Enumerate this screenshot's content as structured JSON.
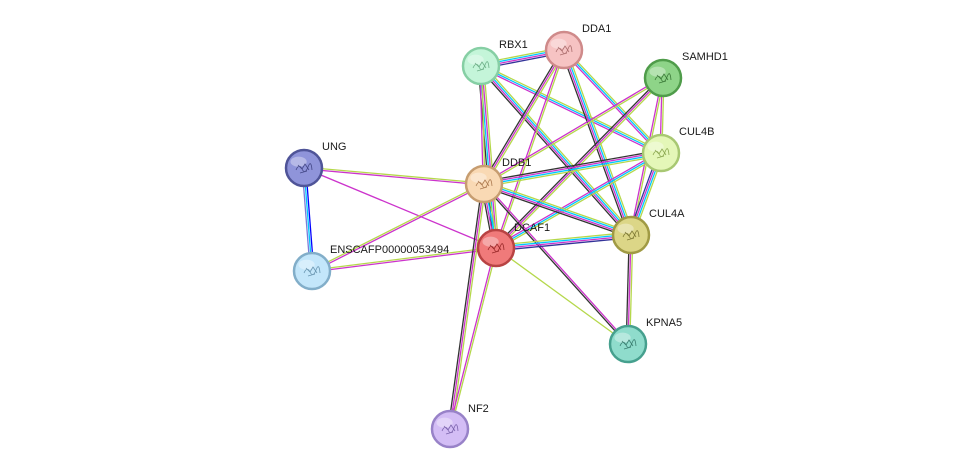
{
  "network": {
    "nodes": [
      {
        "id": "DDA1",
        "label": "DDA1",
        "fill": "#f6c3c3",
        "stroke": "#cf8a8a",
        "glyph": "#a06060"
      },
      {
        "id": "RBX1",
        "label": "RBX1",
        "fill": "#c4f5d9",
        "stroke": "#86cfa4",
        "glyph": "#5fa37a"
      },
      {
        "id": "SAMHD1",
        "label": "SAMHD1",
        "fill": "#8ed488",
        "stroke": "#4f9c4a",
        "glyph": "#2d6a2a"
      },
      {
        "id": "CUL4B",
        "label": "CUL4B",
        "fill": "#e4f7b8",
        "stroke": "#a8c873",
        "glyph": "#7c9a40"
      },
      {
        "id": "UNG",
        "label": "UNG",
        "fill": "#8f94da",
        "stroke": "#4f5498",
        "glyph": "#363a78"
      },
      {
        "id": "DDB1",
        "label": "DDB1",
        "fill": "#f9d9b4",
        "stroke": "#c79d70",
        "glyph": "#a06a40"
      },
      {
        "id": "DCAF1",
        "label": "DCAF1",
        "fill": "#f07a7a",
        "stroke": "#b84343",
        "glyph": "#8a1b1b"
      },
      {
        "id": "CUL4A",
        "label": "CUL4A",
        "fill": "#dcd687",
        "stroke": "#a09a44",
        "glyph": "#6f6a26"
      },
      {
        "id": "ENSCAFP00000053494",
        "label": "ENSCAFP00000053494",
        "fill": "#c3e6fa",
        "stroke": "#82aec9",
        "glyph": "#5b88a5"
      },
      {
        "id": "KPNA5",
        "label": "KPNA5",
        "fill": "#8fdccc",
        "stroke": "#46a08e",
        "glyph": "#2b6d60"
      },
      {
        "id": "NF2",
        "label": "NF2",
        "fill": "#d3bdf5",
        "stroke": "#9882c8",
        "glyph": "#6c55a0"
      }
    ],
    "edges": [
      {
        "a": "UNG",
        "b": "ENSCAFP00000053494",
        "colors": [
          "#0000ff",
          "#00c8ff",
          "#7b7bd8"
        ]
      },
      {
        "a": "UNG",
        "b": "DDB1",
        "colors": [
          "#b5d84b",
          "#cc33cc"
        ]
      },
      {
        "a": "UNG",
        "b": "DCAF1",
        "colors": [
          "#cc33cc"
        ]
      },
      {
        "a": "ENSCAFP00000053494",
        "b": "DDB1",
        "colors": [
          "#b5d84b",
          "#cc33cc"
        ]
      },
      {
        "a": "ENSCAFP00000053494",
        "b": "DCAF1",
        "colors": [
          "#b5d84b",
          "#cc33cc"
        ]
      },
      {
        "a": "RBX1",
        "b": "DDA1",
        "colors": [
          "#b5d84b",
          "#00c8ff",
          "#cc33cc",
          "#333399"
        ]
      },
      {
        "a": "RBX1",
        "b": "DCAF1",
        "colors": [
          "#b5d84b",
          "#cc33cc",
          "#00c8ff",
          "#333333"
        ]
      },
      {
        "a": "RBX1",
        "b": "CUL4A",
        "colors": [
          "#b5d84b",
          "#00c8ff",
          "#cc33cc",
          "#333333"
        ]
      },
      {
        "a": "RBX1",
        "b": "CUL4B",
        "colors": [
          "#b5d84b",
          "#00c8ff",
          "#cc33cc"
        ]
      },
      {
        "a": "RBX1",
        "b": "DDB1",
        "colors": [
          "#b5d84b",
          "#cc33cc"
        ]
      },
      {
        "a": "DDA1",
        "b": "DDB1",
        "colors": [
          "#b5d84b",
          "#cc33cc",
          "#333333"
        ]
      },
      {
        "a": "DDA1",
        "b": "DCAF1",
        "colors": [
          "#b5d84b",
          "#cc33cc"
        ]
      },
      {
        "a": "DDA1",
        "b": "CUL4A",
        "colors": [
          "#b5d84b",
          "#00c8ff",
          "#cc33cc",
          "#333333"
        ]
      },
      {
        "a": "DDA1",
        "b": "CUL4B",
        "colors": [
          "#b5d84b",
          "#00c8ff",
          "#cc33cc"
        ]
      },
      {
        "a": "SAMHD1",
        "b": "DCAF1",
        "colors": [
          "#b5d84b",
          "#cc33cc",
          "#333333"
        ]
      },
      {
        "a": "SAMHD1",
        "b": "DDB1",
        "colors": [
          "#b5d84b",
          "#cc33cc"
        ]
      },
      {
        "a": "SAMHD1",
        "b": "CUL4A",
        "colors": [
          "#b5d84b",
          "#cc33cc"
        ]
      },
      {
        "a": "SAMHD1",
        "b": "CUL4B",
        "colors": [
          "#b5d84b",
          "#cc33cc"
        ]
      },
      {
        "a": "CUL4B",
        "b": "DDB1",
        "colors": [
          "#b5d84b",
          "#00c8ff",
          "#cc33cc",
          "#333333"
        ]
      },
      {
        "a": "CUL4B",
        "b": "DCAF1",
        "colors": [
          "#b5d84b",
          "#00c8ff",
          "#cc33cc"
        ]
      },
      {
        "a": "CUL4B",
        "b": "CUL4A",
        "colors": [
          "#b5d84b",
          "#00c8ff",
          "#cc33cc",
          "#333399"
        ]
      },
      {
        "a": "DDB1",
        "b": "DCAF1",
        "colors": [
          "#b5d84b",
          "#00c8ff",
          "#cc33cc",
          "#333333"
        ]
      },
      {
        "a": "DDB1",
        "b": "CUL4A",
        "colors": [
          "#b5d84b",
          "#00c8ff",
          "#cc33cc",
          "#333333"
        ]
      },
      {
        "a": "DDB1",
        "b": "KPNA5",
        "colors": [
          "#cc33cc",
          "#333333"
        ]
      },
      {
        "a": "DDB1",
        "b": "NF2",
        "colors": [
          "#b5d84b",
          "#cc33cc",
          "#333333"
        ]
      },
      {
        "a": "DCAF1",
        "b": "CUL4A",
        "colors": [
          "#b5d84b",
          "#00c8ff",
          "#cc33cc",
          "#333399"
        ]
      },
      {
        "a": "DCAF1",
        "b": "KPNA5",
        "colors": [
          "#b5d84b"
        ]
      },
      {
        "a": "DCAF1",
        "b": "NF2",
        "colors": [
          "#b5d84b",
          "#cc33cc"
        ]
      },
      {
        "a": "CUL4A",
        "b": "KPNA5",
        "colors": [
          "#b5d84b",
          "#cc33cc",
          "#333333"
        ]
      }
    ]
  }
}
